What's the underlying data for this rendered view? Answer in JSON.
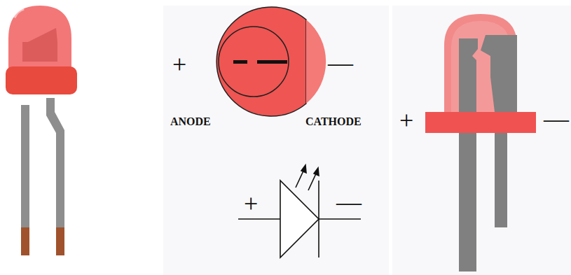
{
  "diagram": {
    "labels": [
      "+",
      "—",
      "ANODE",
      "CATHODE",
      "+",
      "—",
      "+",
      "—"
    ]
  }
}
